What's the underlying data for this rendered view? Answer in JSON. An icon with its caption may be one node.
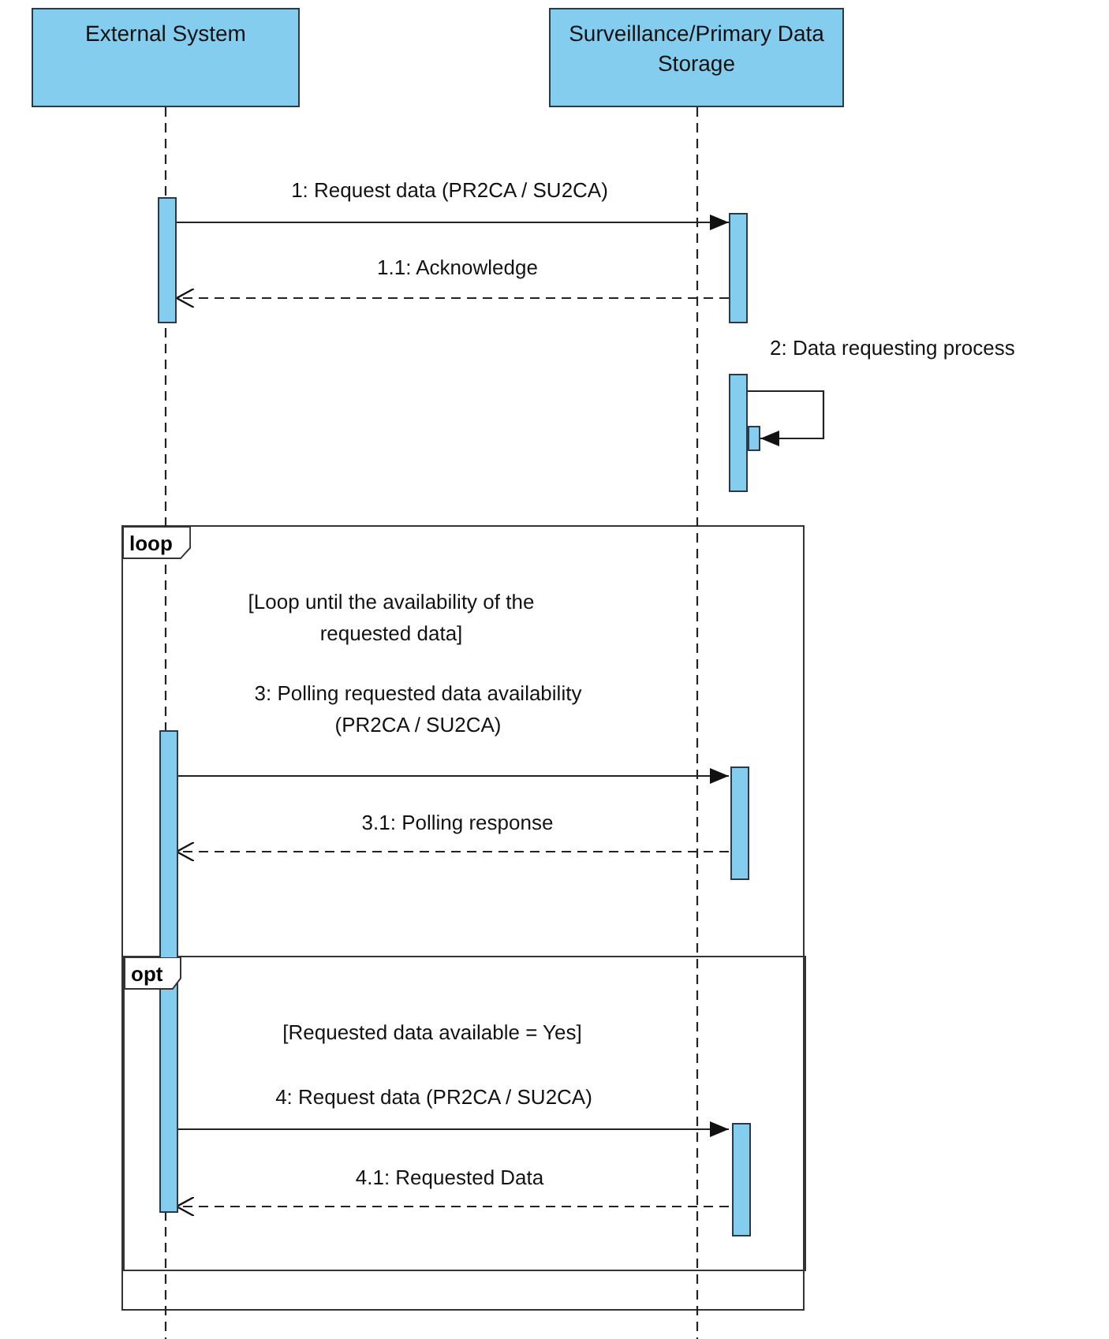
{
  "diagram": {
    "nodes": [
      {
        "text": [
          "External System"
        ]
      },
      {
        "text": [
          "Surveillance/Primary Data Storage"
        ]
      },
      {
        "text": [],
        "shape": "bar"
      },
      {
        "text": [],
        "shape": "bar"
      },
      {
        "text": [],
        "shape": "bar"
      },
      {
        "text": [],
        "shape": "bar"
      },
      {
        "text": [
          "loop",
          "[Loop until the availability of the requested data]"
        ]
      },
      {
        "text": [],
        "shape": "bar",
        "in": 6
      },
      {
        "text": [],
        "shape": "bar",
        "in": 6
      },
      {
        "text": [
          "opt",
          "[Requested data available = Yes]"
        ],
        "in": 6
      },
      {
        "text": [],
        "shape": "bar",
        "in": 9
      }
    ],
    "edges": [
      {
        "from": 2,
        "to": 3,
        "arrow": "to",
        "label": "1: Request data (PR2CA / SU2CA)"
      },
      {
        "from": 3,
        "to": 2,
        "arrow": "to",
        "label": "1.1: Acknowledge",
        "style": "dashed"
      },
      {
        "from": 4,
        "to": 5,
        "arrow": "to",
        "label": "2: Data requesting process"
      },
      {
        "from": 7,
        "to": 8,
        "arrow": "to",
        "label": "3: Polling requested data availability (PR2CA / SU2CA)"
      },
      {
        "from": 8,
        "to": 7,
        "arrow": "to",
        "label": "3.1: Polling response",
        "style": "dashed"
      },
      {
        "from": 7,
        "to": 10,
        "arrow": "to",
        "label": "4: Request data (PR2CA / SU2CA)"
      },
      {
        "from": 10,
        "to": 7,
        "arrow": "to",
        "label": "4.1: Requested Data",
        "style": "dashed"
      },
      {
        "from": 0,
        "to": null,
        "arrow": "none",
        "style": "dashed"
      },
      {
        "from": 1,
        "to": null,
        "arrow": "none",
        "style": "dashed"
      }
    ]
  }
}
